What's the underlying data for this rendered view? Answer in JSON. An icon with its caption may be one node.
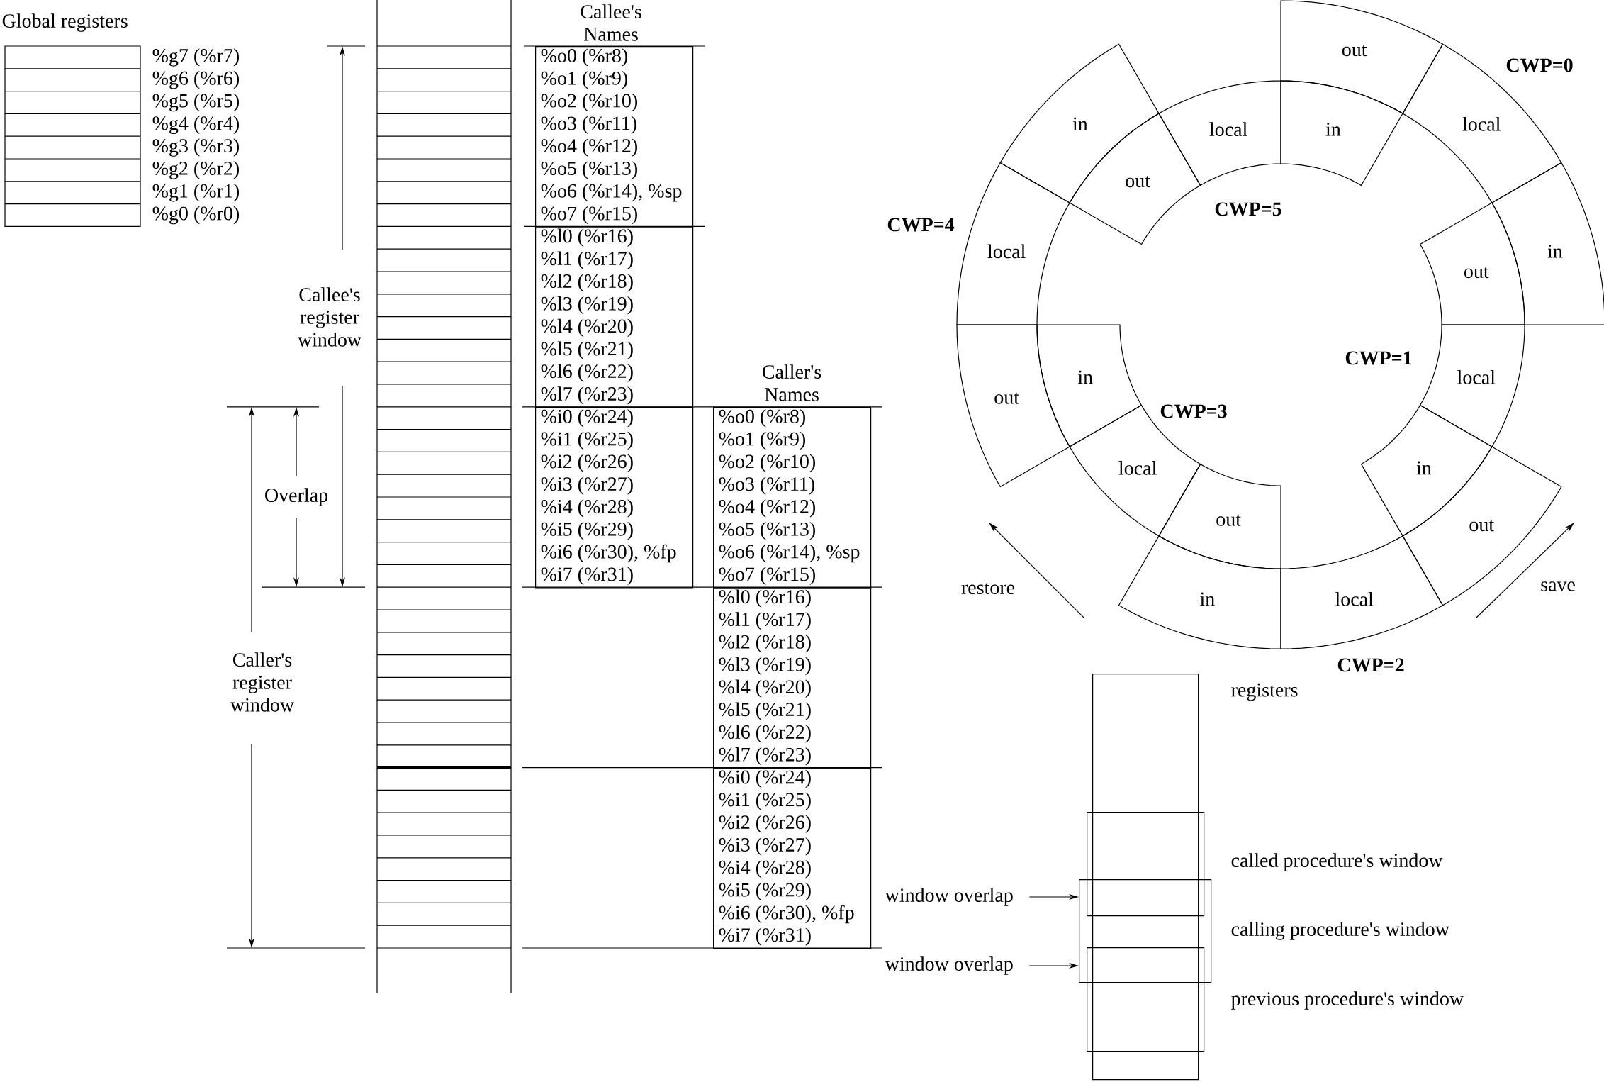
{
  "diagram": {
    "nodes": [
      {
        "text": [
          "%o0 (%r8)",
          "%o1 (%r9)",
          "%o2 (%r10)",
          "%o3 (%r11)",
          "%o4 (%r12)",
          "%o5 (%r13)",
          "%o6 (%r14), %sp",
          "%o7 (%r15)"
        ],
        "beside": [
          "Callee's Names"
        ]
      },
      {
        "text": [
          "%l0 (%r16)",
          "%l1 (%r17)",
          "%l2 (%r18)",
          "%l3 (%r19)",
          "%l4 (%r20)",
          "%l5 (%r21)",
          "%l6 (%r22)",
          "%l7 (%r23)"
        ]
      },
      {
        "text": [
          "%i0 (%r24)",
          "%i1 (%r25)",
          "%i2 (%r26)",
          "%i3 (%r27)",
          "%i4 (%r28)",
          "%i5 (%r29)",
          "%i6 (%r30), %fp",
          "%i7 (%r31)"
        ]
      },
      {
        "text": [
          "%o0 (%r8)",
          "%o1 (%r9)",
          "%o2 (%r10)",
          "%o3 (%r11)",
          "%o4 (%r12)",
          "%o5 (%r13)",
          "%o6 (%r14), %sp",
          "%o7 (%r15)"
        ],
        "beside": [
          "Caller's Names"
        ]
      },
      {
        "text": [
          "%l0 (%r16)",
          "%l1 (%r17)",
          "%l2 (%r18)",
          "%l3 (%r19)",
          "%l4 (%r20)",
          "%l5 (%r21)",
          "%l6 (%r22)",
          "%l7 (%r23)"
        ]
      },
      {
        "text": [
          "%i0 (%r24)",
          "%i1 (%r25)",
          "%i2 (%r26)",
          "%i3 (%r27)",
          "%i4 (%r28)",
          "%i5 (%r29)",
          "%i6 (%r30), %fp",
          "%i7 (%r31)"
        ]
      },
      {
        "text": [
          "in"
        ]
      },
      {
        "text": [
          "local"
        ]
      },
      {
        "text": [
          "out"
        ]
      },
      {
        "text": [
          "in"
        ]
      },
      {
        "text": [
          "local"
        ]
      },
      {
        "text": [
          "out"
        ]
      },
      {
        "text": [
          "in"
        ]
      },
      {
        "text": [
          "local"
        ]
      },
      {
        "text": [
          "out"
        ]
      },
      {
        "text": [
          "in"
        ]
      },
      {
        "text": [
          "local"
        ]
      },
      {
        "text": [
          "out"
        ]
      },
      {
        "text": [
          "in"
        ]
      },
      {
        "text": [
          "local"
        ]
      },
      {
        "text": [
          "out"
        ]
      },
      {
        "text": [
          "in"
        ]
      },
      {
        "text": [
          "local"
        ]
      },
      {
        "text": [
          "out"
        ]
      },
      {
        "text": [
          "window overlap"
        ]
      },
      {
        "text": [
          "window overlap"
        ]
      },
      {
        "text": [],
        "shape": "box",
        "beside": [
          "registers"
        ]
      },
      {
        "text": [],
        "shape": "box",
        "beside": [
          "called procedure's window"
        ]
      },
      {
        "text": [],
        "shape": "box",
        "beside": [
          "calling procedure's window"
        ]
      },
      {
        "text": [],
        "shape": "box",
        "beside": [
          "previous procedure's window"
        ]
      }
    ],
    "edges": [
      {
        "from": 24,
        "to": 28,
        "arrow": "to"
      },
      {
        "from": 25,
        "to": 28,
        "arrow": "to"
      }
    ],
    "labels": [
      "Global registers",
      "%g7 (%r7)",
      "%g6 (%r6)",
      "%g5 (%r5)",
      "%g4 (%r4)",
      "%g3 (%r3)",
      "%g2 (%r2)",
      "%g1 (%r1)",
      "%g0 (%r0)",
      "Callee's register window",
      "Overlap",
      "Caller's register window",
      "CWP=0",
      "CWP=5",
      "CWP=4",
      "CWP=1",
      "CWP=3",
      "restore",
      "save",
      "CWP=2"
    ]
  }
}
